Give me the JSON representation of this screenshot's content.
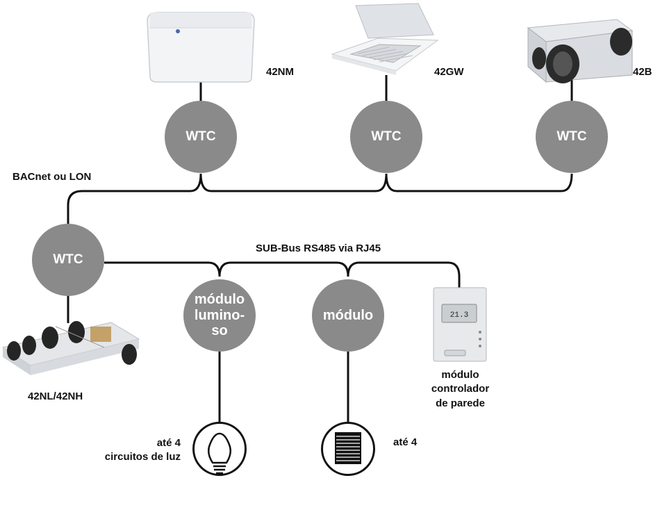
{
  "bus_labels": {
    "main_bus": "BACnet ou LON",
    "sub_bus": "SUB-Bus RS485 via RJ45"
  },
  "controllers": {
    "wtc_label": "WTC",
    "dimmer_module": [
      "módulo",
      "lumino-",
      "so"
    ],
    "module": "módulo"
  },
  "units": {
    "unit1": "42NM",
    "unit2": "42GW",
    "unit3": "42B",
    "unit4": "42NL/42NH"
  },
  "peripherals": {
    "wall_controller": [
      "módulo",
      "controlador",
      "de parede"
    ],
    "lights": [
      "até 4",
      "circuitos de luz"
    ],
    "blinds": "até 4",
    "thermostat_display": "21.3"
  },
  "colors": {
    "node_fill": "#8a8a8a",
    "line": "#111111"
  }
}
